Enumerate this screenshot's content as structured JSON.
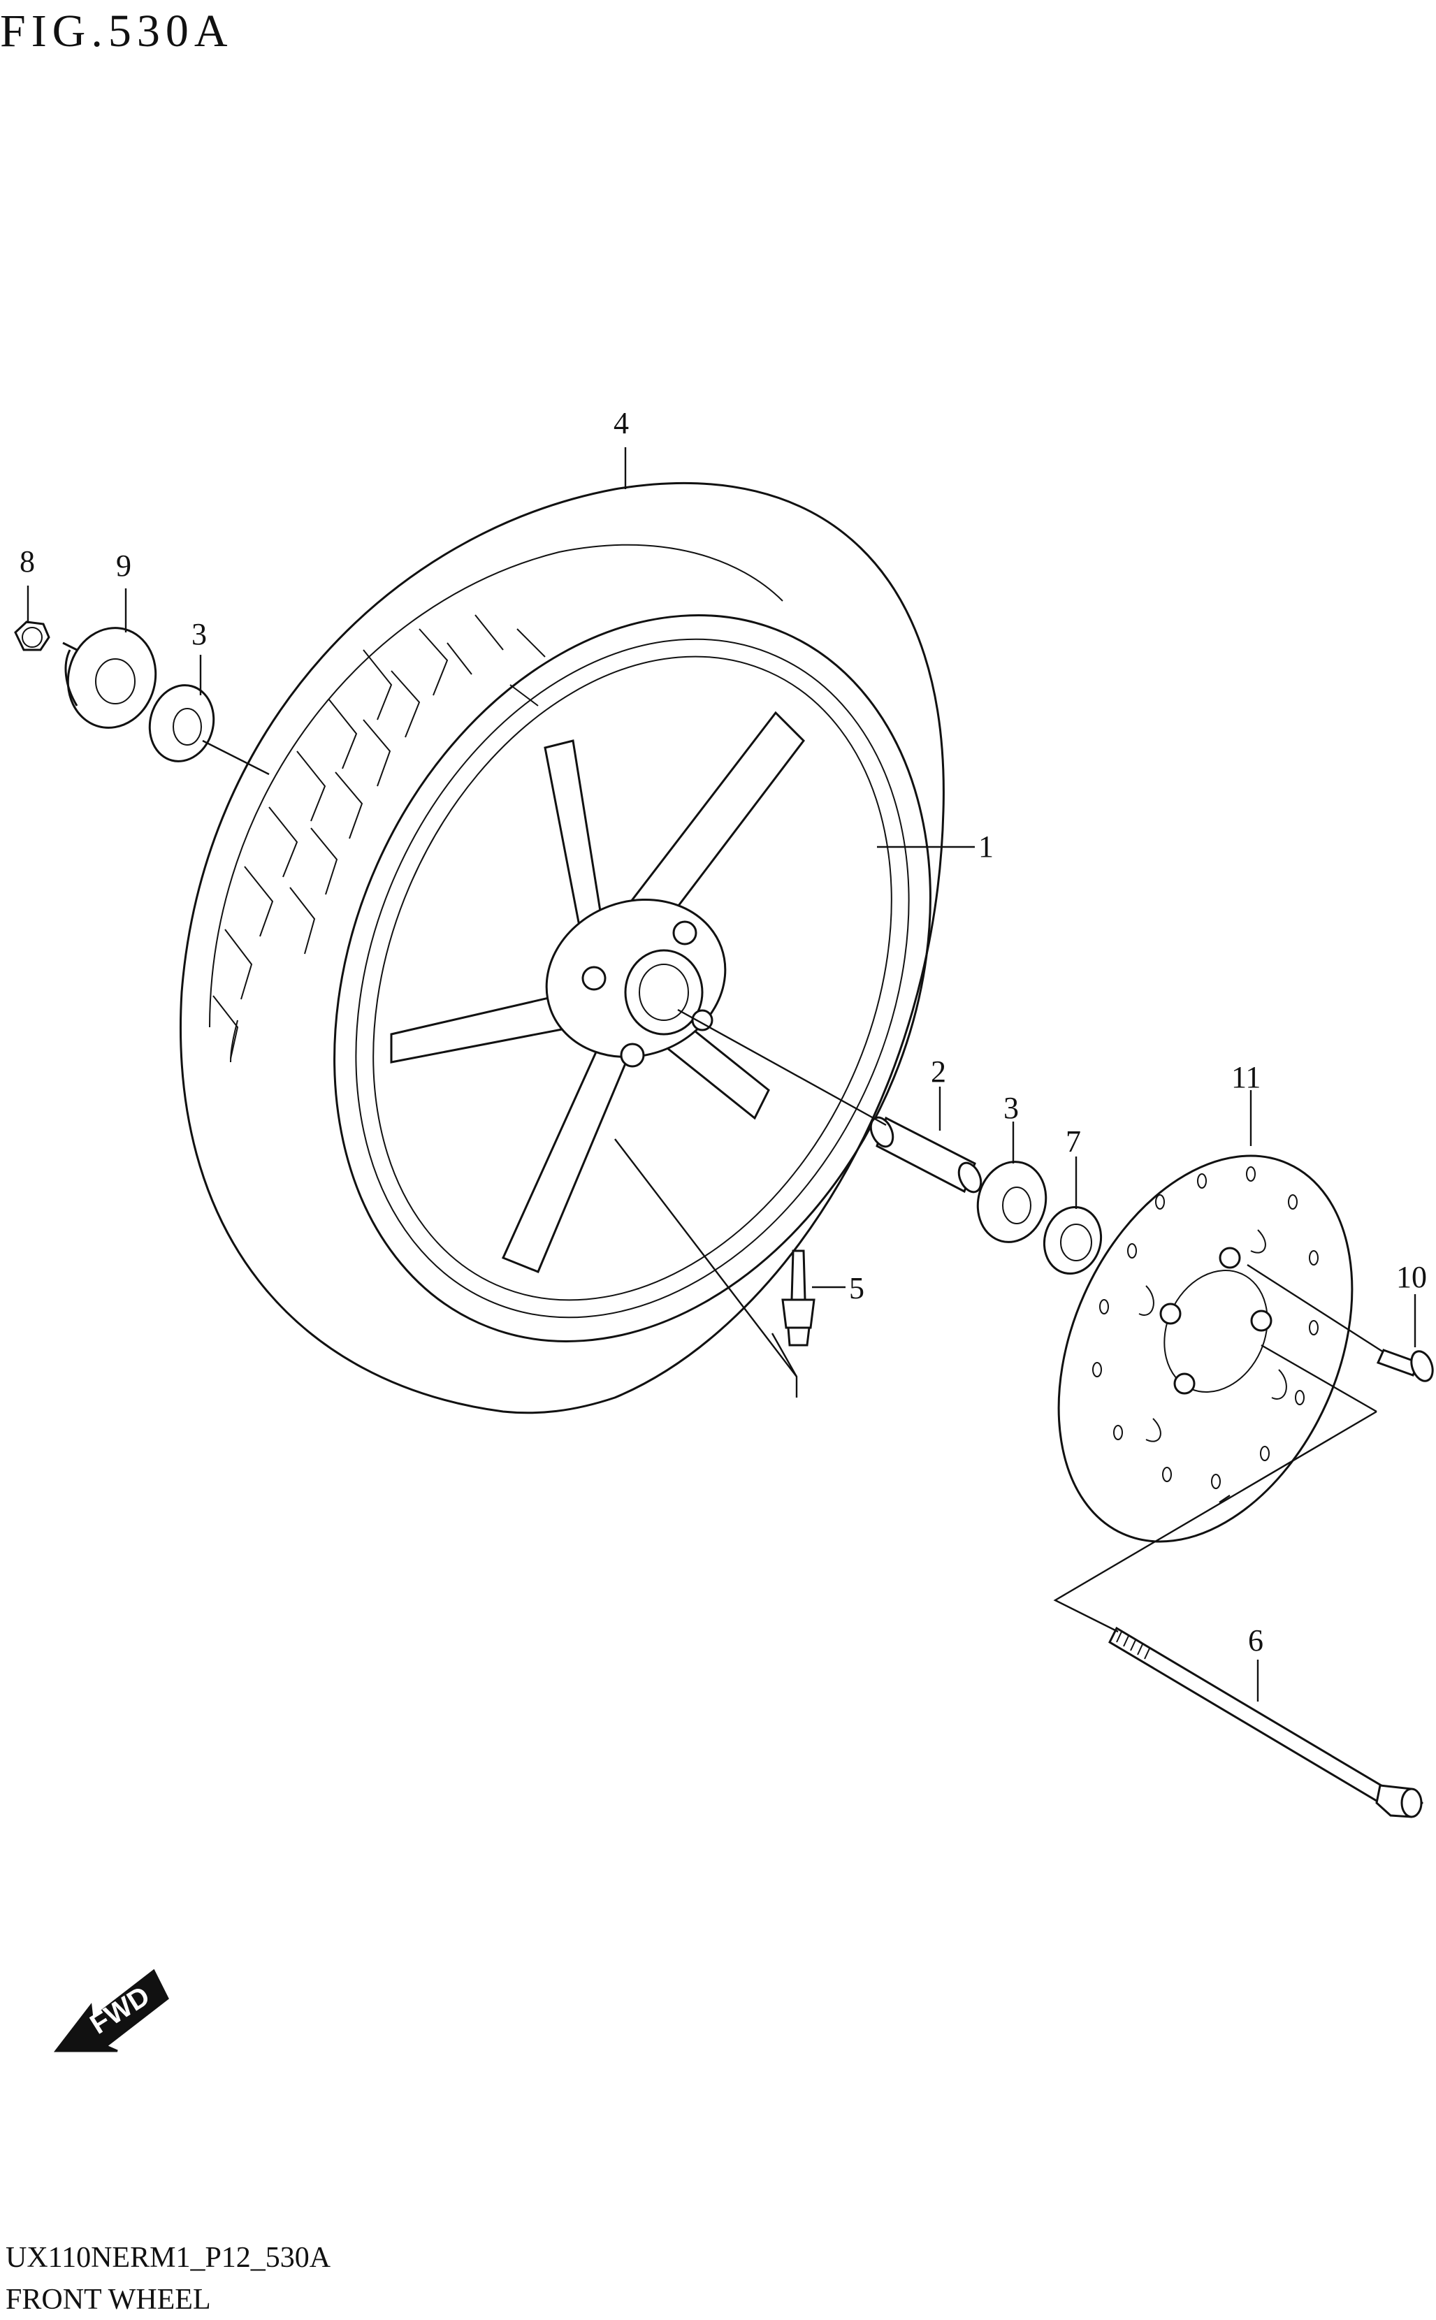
{
  "figure": {
    "title": "FIG.530A"
  },
  "callouts": [
    {
      "id": "1",
      "text": "1"
    },
    {
      "id": "2",
      "text": "2"
    },
    {
      "id": "3a",
      "text": "3"
    },
    {
      "id": "3b",
      "text": "3"
    },
    {
      "id": "4",
      "text": "4"
    },
    {
      "id": "5",
      "text": "5"
    },
    {
      "id": "6",
      "text": "6"
    },
    {
      "id": "7",
      "text": "7"
    },
    {
      "id": "8",
      "text": "8"
    },
    {
      "id": "9",
      "text": "9"
    },
    {
      "id": "10",
      "text": "10"
    },
    {
      "id": "11",
      "text": "11"
    }
  ],
  "fwd_arrow": {
    "label": "FWD"
  },
  "footer": {
    "code": "UX110NERM1_P12_530A",
    "section": "FRONT WHEEL"
  },
  "colors": {
    "line": "#111111",
    "background": "#ffffff"
  }
}
